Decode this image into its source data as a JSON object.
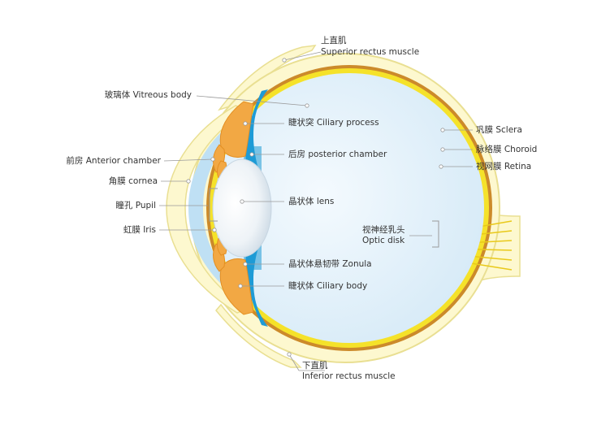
{
  "labels": {
    "superior_rectus_cn": "上直肌",
    "superior_rectus_en": "Superior rectus muscle",
    "vitreous_body": "玻璃体 Vitreous body",
    "ciliary_process": "睫状突  Ciliary process",
    "posterior_chamber": "后房 posterior chamber",
    "anterior_chamber": "前房 Anterior chamber",
    "cornea": "角膜 cornea",
    "pupil": "瞳孔 Pupil",
    "lens": "晶状体 lens",
    "iris": "虹膜 Iris",
    "zonula": "晶状体悬韧带 Zonula",
    "ciliary_body": "睫状体 Ciliary body",
    "sclera": "巩膜 Sclera",
    "choroid": "脉络膜 Choroid",
    "retina": "视网膜 Retina",
    "optic_disk_cn": "视神经乳头",
    "optic_disk_en": "Optic disk",
    "inferior_rectus_cn": "下直肌",
    "inferior_rectus_en": "Inferior rectus muscle"
  },
  "colors": {
    "sclera": "#fdf8cf",
    "sclera_outline": "#e9df92",
    "choroid": "#cc8a2a",
    "retina": "#f5e22a",
    "vitreous": "#e2f1fb",
    "ciliary_blue": "#1e9bd6",
    "anterior_chamber": "#bfe0f4",
    "iris_orange": "#f2a844",
    "lens": "#eef4f8",
    "leader_line": "#9a9a9a",
    "text": "#333333"
  }
}
